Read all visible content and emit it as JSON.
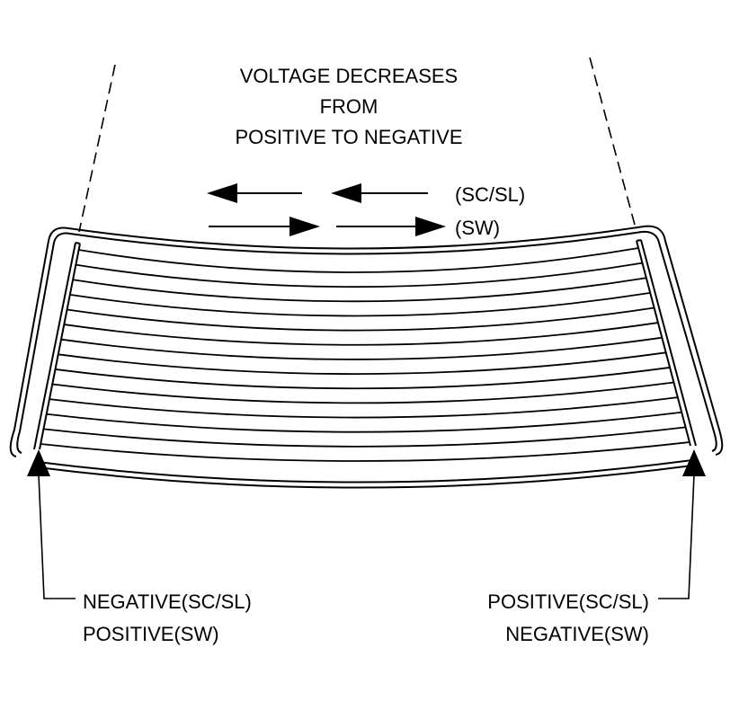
{
  "title_lines": [
    "VOLTAGE DECREASES",
    "FROM",
    "POSITIVE TO NEGATIVE"
  ],
  "arrow_labels": {
    "sc_sl": "(SC/SL)",
    "sw": "(SW)"
  },
  "left_terminal": {
    "line1": "NEGATIVE(SC/SL)",
    "line2": "POSITIVE(SW)"
  },
  "right_terminal": {
    "line1": "POSITIVE(SC/SL)",
    "line2": "NEGATIVE(SW)"
  },
  "heater_grid_line_count": 14
}
